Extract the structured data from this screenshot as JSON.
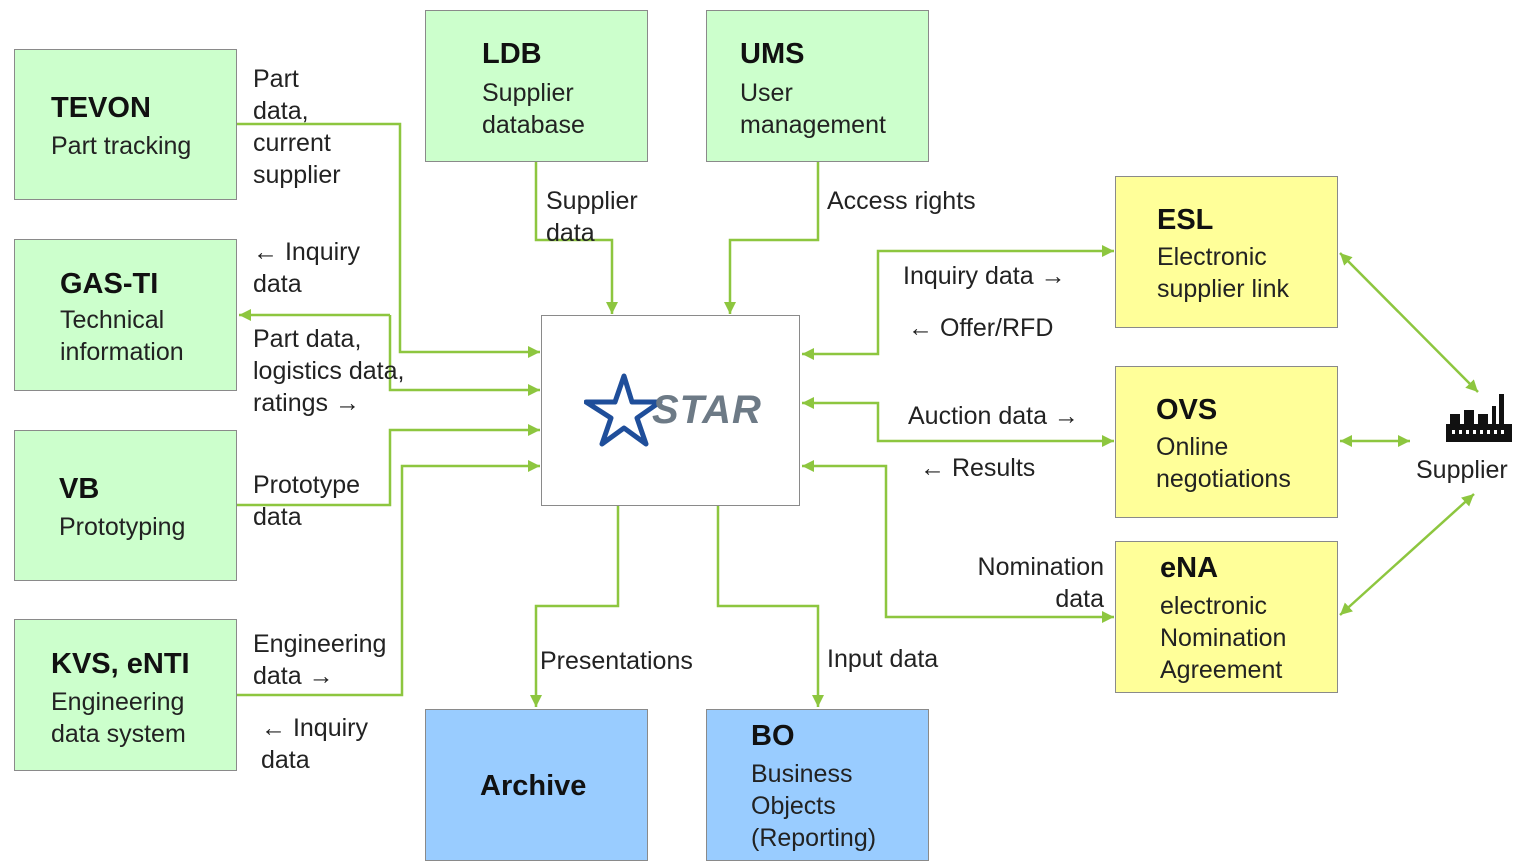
{
  "systems": {
    "tevon": {
      "title": "TEVON",
      "subtitle": "Part tracking"
    },
    "gas_ti": {
      "title": "GAS-TI",
      "subtitle": "Technical\ninformation"
    },
    "vb": {
      "title": "VB",
      "subtitle": "Prototyping"
    },
    "kvs": {
      "title": "KVS, eNTI",
      "subtitle": "Engineering\ndata system"
    },
    "ldb": {
      "title": "LDB",
      "subtitle": "Supplier\ndatabase"
    },
    "ums": {
      "title": "UMS",
      "subtitle": "User\nmanagement"
    },
    "esl": {
      "title": "ESL",
      "subtitle": "Electronic\nsupplier link"
    },
    "ovs": {
      "title": "OVS",
      "subtitle": "Online\nnegotiations"
    },
    "ena": {
      "title": "eNA",
      "subtitle": "electronic\nNomination\nAgreement"
    },
    "archive": {
      "title": "Archive"
    },
    "bo": {
      "title": "BO",
      "subtitle": "Business\nObjects\n(Reporting)"
    },
    "star": {
      "title": "STAR"
    }
  },
  "supplier": {
    "label": "Supplier",
    "icon": "factory-icon"
  },
  "flows": {
    "tevon_out": "Part\ndata,\ncurrent\nsupplier",
    "gas_ti_in": "← Inquiry\ndata",
    "gas_ti_out": "Part data,\nlogistics data,\nratings →",
    "vb_out": "Prototype\ndata",
    "kvs_out": "Engineering\ndata →",
    "kvs_in": "← Inquiry\ndata",
    "ldb_out": "Supplier\ndata",
    "ums_out": "Access rights",
    "esl_in": "Inquiry data →",
    "esl_out": "← Offer/RFD",
    "ovs_in": "Auction data →",
    "ovs_out": "← Results",
    "ena_in": "Nomination\ndata",
    "archive_in": "Presentations",
    "bo_in": "Input data"
  },
  "colors": {
    "connector": "#8dc63f",
    "source_box": "#ccffcc",
    "external_box": "#ffff99",
    "output_box": "#99ccff"
  }
}
